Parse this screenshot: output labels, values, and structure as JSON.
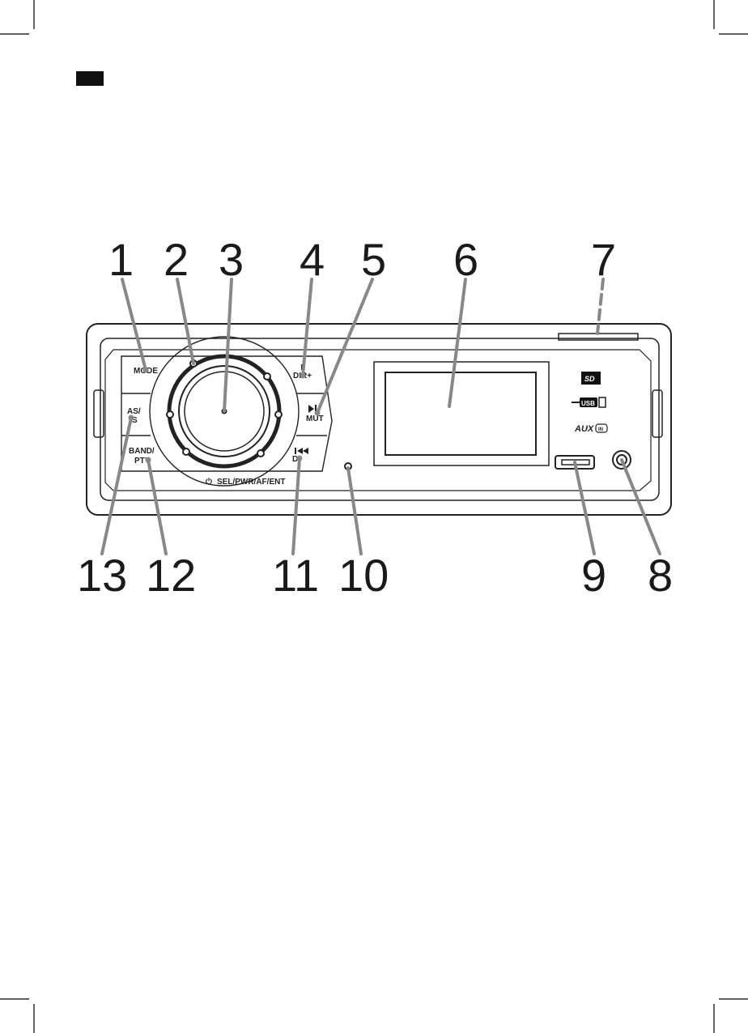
{
  "callouts": {
    "n1": "1",
    "n2": "2",
    "n3": "3",
    "n4": "4",
    "n5": "5",
    "n6": "6",
    "n7": "7",
    "n8": "8",
    "n9": "9",
    "n10": "10",
    "n11": "11",
    "n12": "12",
    "n13": "13"
  },
  "buttons": {
    "mode": "MODE",
    "dir_plus": "DIR+",
    "mut": "MUT",
    "as": "AS/",
    "ps": "S",
    "band": "BAND/",
    "pty": "PTY",
    "dir_minus": "D",
    "knob_caption": "SEL/PWR/AF/ENT"
  },
  "logos": {
    "sd": "SD",
    "usb": "USB",
    "aux": "AUX",
    "aux_in": "IN"
  }
}
